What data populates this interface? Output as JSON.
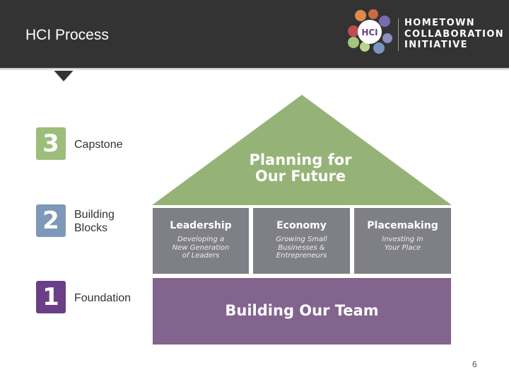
{
  "header": {
    "title": "HCI Process"
  },
  "logo": {
    "badge_text": "HCI",
    "line1": "HOMETOWN",
    "line2": "COLLABORATION",
    "line3": "INITIATIVE"
  },
  "levels": [
    {
      "number": "3",
      "label": "Capstone",
      "color": "#9dbd7a"
    },
    {
      "number": "2",
      "label": "Building Blocks",
      "color": "#7d98b8"
    },
    {
      "number": "1",
      "label": "Foundation",
      "color": "#6a3f86"
    }
  ],
  "house": {
    "roof": {
      "line1": "Planning for",
      "line2": "Our Future",
      "color": "#95b377"
    },
    "pillars": [
      {
        "title": "Leadership",
        "sub1": "Developing a",
        "sub2": "New Generation",
        "sub3": "of Leaders"
      },
      {
        "title": "Economy",
        "sub1": "Growing Small",
        "sub2": "Businesses &",
        "sub3": "Entrepreneurs"
      },
      {
        "title": "Placemaking",
        "sub1": "Investing In",
        "sub2": "Your Place",
        "sub3": ""
      }
    ],
    "pillar_color": "#7f7f87",
    "foundation": {
      "label": "Building Our Team",
      "color": "#82648f"
    }
  },
  "page_number": "6"
}
